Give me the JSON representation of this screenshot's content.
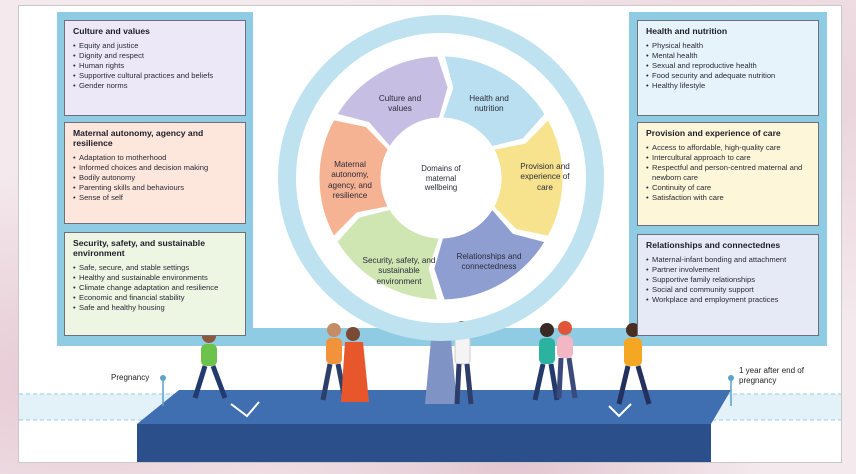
{
  "left_boxes": [
    {
      "title": "Culture and values",
      "color": "#ece8f7",
      "items": [
        "Equity and justice",
        "Dignity and respect",
        "Human rights",
        "Supportive cultural practices and beliefs",
        "Gender norms"
      ]
    },
    {
      "title": "Maternal autonomy, agency and resilience",
      "color": "#fde6dc",
      "items": [
        "Adaptation to motherhood",
        "Informed choices and decision making",
        "Bodily autonomy",
        "Parenting skills and behaviours",
        "Sense of self"
      ]
    },
    {
      "title": "Security, safety, and sustainable environment",
      "color": "#edf5e3",
      "items": [
        "Safe, secure, and stable settings",
        "Healthy and sustainable environments",
        "Climate change adaptation and resilience",
        "Economic and financial stability",
        "Safe and healthy housing"
      ]
    }
  ],
  "right_boxes": [
    {
      "title": "Health and nutrition",
      "color": "#e6f3fa",
      "items": [
        "Physical health",
        "Mental health",
        "Sexual and reproductive health",
        "Food security and adequate nutrition",
        "Healthy lifestyle"
      ]
    },
    {
      "title": "Provision and experience of care",
      "color": "#fdf6d9",
      "items": [
        "Access to affordable, high-quality care",
        "Intercultural approach to care",
        "Respectful and person-centred maternal and newborn care",
        "Continuity of care",
        "Satisfaction with care"
      ]
    },
    {
      "title": "Relationships and connectednes",
      "color": "#e6e9f6",
      "items": [
        "Maternal-infant bonding and attachment",
        "Partner involvement",
        "Supportive family relationships",
        "Social and community support",
        "Workplace and employment practices"
      ]
    }
  ],
  "wheel": {
    "center": "Domains of maternal wellbeing",
    "segments": [
      {
        "label": "Health and nutrition",
        "color": "#b9dff0"
      },
      {
        "label": "Provision and experience of care",
        "color": "#f7e38e"
      },
      {
        "label": "Relationships and connectedness",
        "color": "#8f9ed1"
      },
      {
        "label": "Security, safety, and sustainable environment",
        "color": "#cfe6b2"
      },
      {
        "label": "Maternal autonomy, agency, and resilience",
        "color": "#f5b394"
      },
      {
        "label": "Culture and values",
        "color": "#c7bfe3"
      }
    ]
  },
  "timeline": {
    "start": "Pregnancy",
    "end": "1 year after end of pregnancy"
  },
  "colors": {
    "frame": "#8fcbe3",
    "wheel_ring": "#bfe2f1",
    "platform_top": "#3f6fb0",
    "platform_front": "#2b4f8a"
  }
}
